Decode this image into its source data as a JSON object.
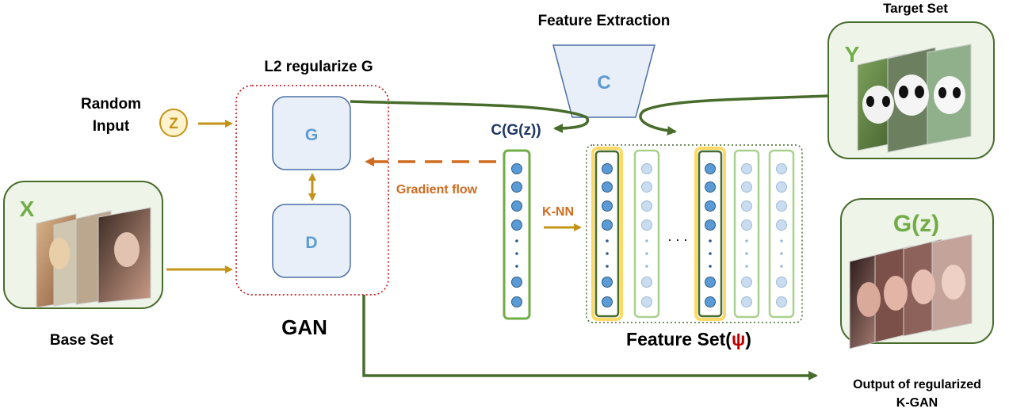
{
  "labels": {
    "feature_extraction": "Feature Extraction",
    "target_set": "Target Set",
    "l2_regularize": "L2 regularize G",
    "random_input_line1": "Random",
    "random_input_line2": "Input",
    "z": "Z",
    "G": "G",
    "D": "D",
    "C": "C",
    "cgz": "C(G(z))",
    "gradient_flow": "Gradient flow",
    "knn": "K-NN",
    "X": "X",
    "Y": "Y",
    "Gz": "G(z)",
    "base_set": "Base Set",
    "gan": "GAN",
    "feature_set_prefix": "Feature Set(",
    "psi": "ψ",
    "feature_set_suffix": ")",
    "output_line1": "Output of regularized",
    "output_line2": "K-GAN",
    "ellipsis": ". . ."
  },
  "colors": {
    "dark_green": "#476c2b",
    "gold": "#c39418",
    "orange": "#d06b1f",
    "blue_text": "#5b9bd5",
    "navy": "#1f3864",
    "node_fill": "#5b9bd5",
    "light_node": "#b9d3ec",
    "box_fill": "#e9eff8",
    "set_fill": "#eef4e8",
    "red_dotted": "#c00000",
    "light_green": "#a9d18e",
    "mid_green": "#70ad47",
    "yellow_glow": "#ffd966"
  }
}
